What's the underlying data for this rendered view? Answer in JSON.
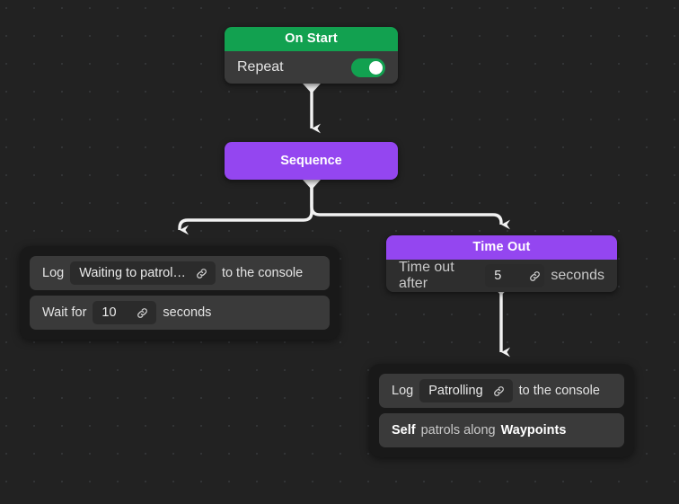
{
  "canvas": {
    "background": "#222222",
    "dot_color": "#333537"
  },
  "nodes": {
    "on_start": {
      "title": "On Start",
      "header_color": "#12a150",
      "row_label": "Repeat",
      "toggle_state": "on"
    },
    "sequence": {
      "title": "Sequence",
      "color": "#9446f0"
    },
    "time_out": {
      "title": "Time Out",
      "header_color": "#9446f0",
      "prefix": "Time out after",
      "value": "5",
      "suffix": "seconds",
      "link_icon": "link-icon"
    },
    "branch_left": {
      "rows": [
        {
          "prefix": "Log",
          "value": "Waiting to patrol…",
          "suffix": "to the console",
          "link_icon": "link-icon"
        },
        {
          "prefix": "Wait for",
          "value": "10",
          "suffix": "seconds",
          "link_icon": "link-icon"
        }
      ]
    },
    "branch_right": {
      "rows": [
        {
          "prefix": "Log",
          "value": "Patrolling",
          "suffix": "to the console",
          "link_icon": "link-icon"
        },
        {
          "subject": "Self",
          "verb": "patrols along",
          "object": "Waypoints"
        }
      ]
    }
  },
  "wires": {
    "color": "#f2f2f2",
    "connections": [
      {
        "from": "on_start",
        "to": "sequence"
      },
      {
        "from": "sequence",
        "to": "branch_left"
      },
      {
        "from": "sequence",
        "to": "time_out"
      },
      {
        "from": "time_out",
        "to": "branch_right"
      }
    ]
  }
}
